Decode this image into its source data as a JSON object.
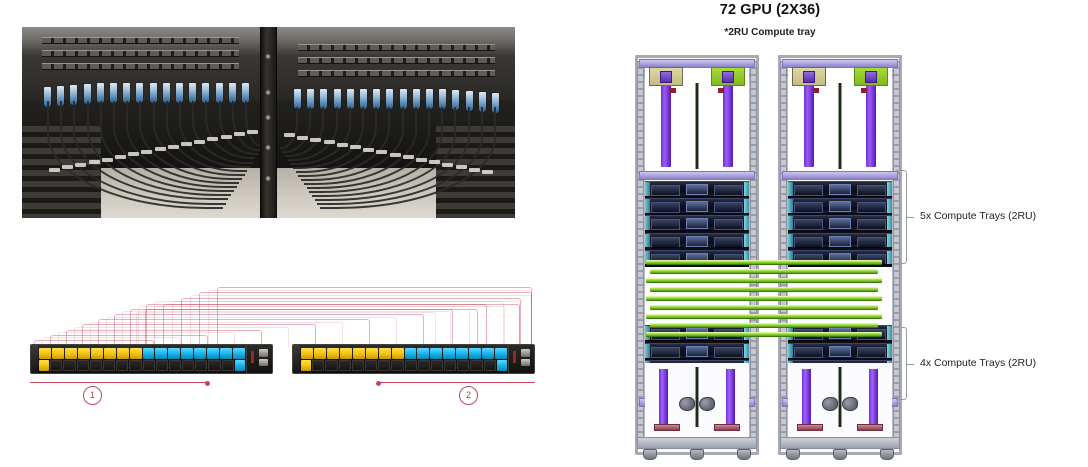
{
  "slide": {
    "background_color": "#ffffff"
  },
  "rack_diagram": {
    "title": "72 GPU (2X36)",
    "subtitle": "*2RU Compute tray",
    "annotations": [
      {
        "label": "5x Compute Trays (2RU)",
        "tray_count": 5,
        "rack_units": 2
      },
      {
        "label": "4x Compute Trays (2RU)",
        "tray_count": 4,
        "rack_units": 2
      }
    ],
    "rack_count": 2,
    "green_cable_count": 9,
    "colors": {
      "busbar": "#7a37df",
      "green_cable": "#8ed23a",
      "frame": "#a7a9b4",
      "beam": "#a9a1dd",
      "tray": "#14172a",
      "module_khaki": "#c3bc84",
      "module_green": "#7fb81d"
    }
  },
  "switch_diagram": {
    "switches": [
      {
        "name": "switch-1",
        "top_row_ports": [
          "yellow",
          "yellow",
          "yellow",
          "yellow",
          "yellow",
          "yellow",
          "yellow",
          "yellow",
          "cyan",
          "cyan",
          "cyan",
          "cyan",
          "cyan",
          "cyan",
          "cyan",
          "cyan"
        ],
        "bottom_row_ports": [
          "yellow",
          "empty",
          "empty",
          "empty",
          "empty",
          "empty",
          "empty",
          "empty",
          "empty",
          "empty",
          "empty",
          "empty",
          "empty",
          "empty",
          "empty",
          "cyan"
        ],
        "callout": "1"
      },
      {
        "name": "switch-2",
        "top_row_ports": [
          "yellow",
          "yellow",
          "yellow",
          "yellow",
          "yellow",
          "yellow",
          "yellow",
          "yellow",
          "cyan",
          "cyan",
          "cyan",
          "cyan",
          "cyan",
          "cyan",
          "cyan",
          "cyan"
        ],
        "bottom_row_ports": [
          "yellow",
          "empty",
          "empty",
          "empty",
          "empty",
          "empty",
          "empty",
          "empty",
          "empty",
          "empty",
          "empty",
          "empty",
          "empty",
          "empty",
          "empty",
          "cyan"
        ],
        "callout": "2"
      }
    ],
    "colors": {
      "port_yellow": "#f5c412",
      "port_cyan": "#18b6ec",
      "chassis": "#191817",
      "routing_line": "#c23e52",
      "callout": "#c0485f"
    },
    "cable_arc_count": 16
  },
  "photo": {
    "caption": "",
    "colors": {
      "cable": "#2b2a27",
      "transceiver": "#5e8bb5",
      "chassis": "#3a3835"
    },
    "transceiver_count_left": 16,
    "transceiver_count_right": 16
  }
}
